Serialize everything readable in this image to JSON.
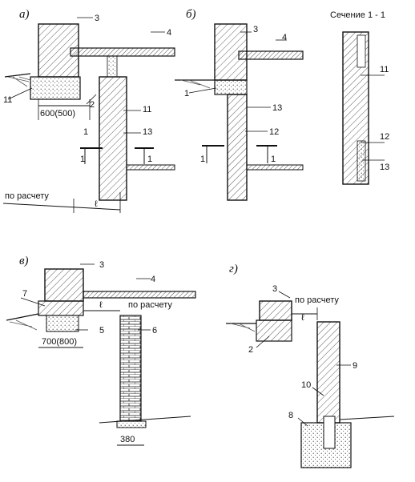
{
  "section_title": "Сечение 1 - 1",
  "panels": {
    "a": "а)",
    "b": "б)",
    "v": "в)",
    "g": "г)"
  },
  "labels": {
    "a": {
      "n3": "3",
      "n4": "4",
      "n11a": "11",
      "n2": "2",
      "n11b": "11",
      "n1": "1",
      "n13": "13",
      "d600": "600(500)",
      "s1l": "1",
      "s1r": "1",
      "raschet": "по расчету",
      "ell": "ℓ"
    },
    "b": {
      "n3": "3",
      "n4": "4",
      "n1": "1",
      "n13": "13",
      "n12": "12",
      "s1l": "1",
      "s1r": "1"
    },
    "sec": {
      "n11": "11",
      "n12": "12",
      "n13": "13"
    },
    "v": {
      "n3": "3",
      "n4": "4",
      "n7": "7",
      "ell": "ℓ",
      "raschet": "по расчету",
      "n5": "5",
      "n6": "6",
      "d700": "700(800)",
      "d380": "380"
    },
    "g": {
      "n3": "3",
      "raschet": "по расчету",
      "ell": "ℓ",
      "n2": "2",
      "n9": "9",
      "n10": "10",
      "n8": "8"
    }
  }
}
